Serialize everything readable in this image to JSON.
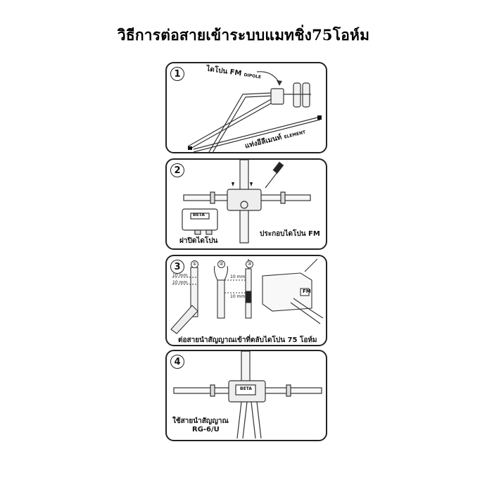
{
  "title": "วิธีการต่อสายเข้าระบบแมทชิ่ง75โอห์ม",
  "steps": [
    {
      "number": "1",
      "label_top": "ไดโปน FM",
      "label_top_small": "DIPOLE",
      "label_bottom": "แท่งอีลีเมนท์",
      "label_bottom_small": "ELEMENT"
    },
    {
      "number": "2",
      "label_left": "ฝาปิดไดโปน",
      "label_right": "ประกอบไดโปน FM",
      "box_text": "BETA"
    },
    {
      "number": "3",
      "sub": [
        "①",
        "②",
        "③"
      ],
      "measure": [
        "10 mm.",
        "10 mm.",
        "10 mm.",
        "10 mm."
      ],
      "fm_tag": "FM",
      "label_bottom": "ต่อสายนำสัญญาณเข้าที่ตลับไดโปน 75 โอห์ม"
    },
    {
      "number": "4",
      "box_text": "BETA",
      "label_bottom_1": "ใช้สายนำสัญญาณ",
      "label_bottom_2": "RG-6/U"
    }
  ]
}
